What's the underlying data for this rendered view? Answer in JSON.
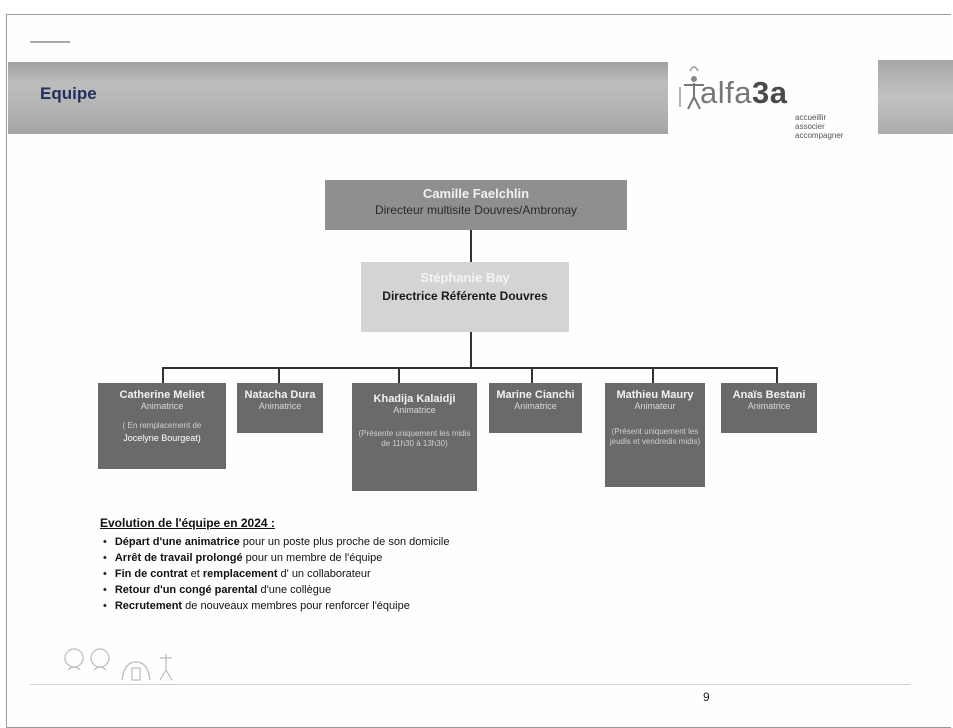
{
  "slide": {
    "title": "Equipe",
    "page_number": "9"
  },
  "logo": {
    "name_word": "alfa",
    "name_num": "3a",
    "tag1": "accueillir",
    "tag2": "associer",
    "tag3": "accompagner"
  },
  "org": {
    "top": {
      "name": "Camille Faelchlin",
      "role": "Directeur multisite Douvres/Ambronay"
    },
    "mid": {
      "name": "Stéphanie Bay",
      "role": "Directrice Référente Douvres"
    },
    "members": [
      {
        "name": "Catherine Meliet",
        "role": "Animatrice",
        "note": "( En remplacement de",
        "note2": "Jocelyne Bourgeat)"
      },
      {
        "name": "Natacha Dura",
        "role": "Animatrice",
        "note": "",
        "note2": ""
      },
      {
        "name": "Khadija Kalaidji",
        "role": "Animatrice",
        "note": "(Présente uniquement les midis de 11h30 à 13h30)",
        "note2": ""
      },
      {
        "name": "Marine Cianchi",
        "role": "Animatrice",
        "note": "",
        "note2": ""
      },
      {
        "name": "Mathieu Maury",
        "role": "Animateur",
        "note": "(Présent uniquement les jeudis et vendredis midis)",
        "note2": ""
      },
      {
        "name": "Anaïs Bestani",
        "role": "Animatrice",
        "note": "",
        "note2": ""
      }
    ]
  },
  "evolution": {
    "title": "Evolution de l'équipe en 2024 :",
    "items": [
      {
        "bold": "Départ d'une animatrice",
        "rest": " pour un poste plus proche de son domicile"
      },
      {
        "bold": "Arrêt de travail prolongé",
        "rest": " pour un membre de l'équipe"
      },
      {
        "bold": "Fin de contrat",
        "rest": " et remplacement d' un collaborateur",
        "bold2": "remplacement"
      },
      {
        "bold": "Retour d'un congé parental",
        "rest": " d'une collègue"
      },
      {
        "bold": "Recrutement",
        "rest": " de nouveaux membres pour renforcer l'équipe"
      }
    ]
  }
}
